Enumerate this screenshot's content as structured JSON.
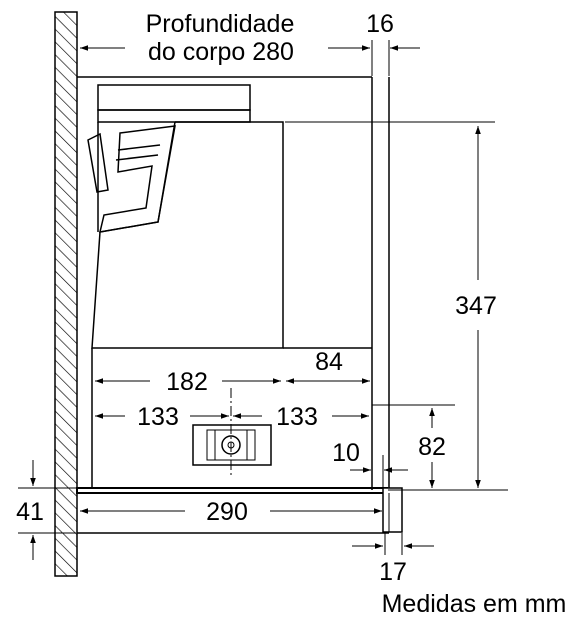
{
  "labels": {
    "depth_line1": "Profundidade",
    "depth_line2": "do corpo 280",
    "dim_16": "16",
    "dim_347": "347",
    "dim_182": "182",
    "dim_84": "84",
    "dim_133_left": "133",
    "dim_133_right": "133",
    "dim_10": "10",
    "dim_82": "82",
    "dim_41": "41",
    "dim_290": "290",
    "dim_17": "17",
    "units_note": "Medidas em mm"
  }
}
